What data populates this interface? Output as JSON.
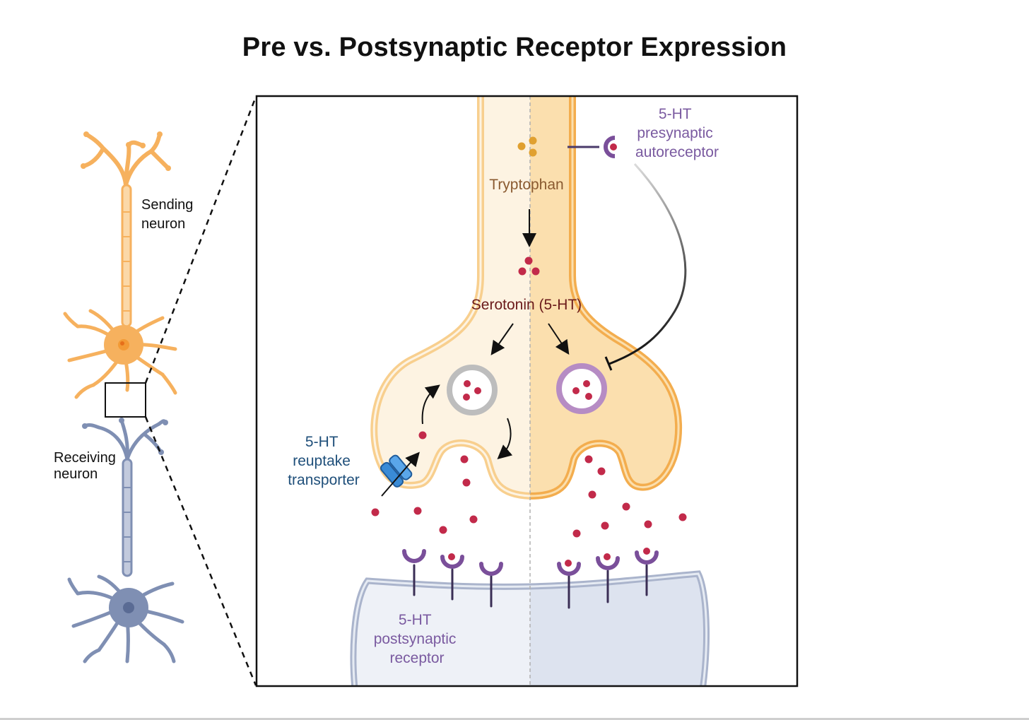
{
  "title": "Pre vs. Postsynaptic Receptor Expression",
  "labels": {
    "sending_neuron": [
      "Sending",
      "neuron"
    ],
    "receiving_neuron": [
      "Receiving",
      "neuron"
    ],
    "tryptophan": "Tryptophan",
    "serotonin": "Serotonin (5-HT)",
    "autoreceptor": [
      "5-HT",
      "presynaptic",
      "autoreceptor"
    ],
    "reuptake": [
      "5-HT",
      "reuptake",
      "transporter"
    ],
    "postsynaptic": [
      "5-HT",
      "postsynaptic",
      "receptor"
    ]
  },
  "colors": {
    "sending_neuron": "#f6b15e",
    "receiving_neuron": "#7f8fb3",
    "terminal_fill_left": "#fdf3e2",
    "terminal_fill_right": "#fbdfae",
    "terminal_outline": "#f3b35a",
    "serotonin": "#c22a4a",
    "tryptophan": "#e0a030",
    "receptor": "#7a4f9a",
    "transporter": "#3a8bd6",
    "label_purple": "#7a5aa0",
    "label_blue": "#1f4f7a",
    "label_brown": "#8a5a30",
    "label_darkred": "#6a1a1a"
  }
}
